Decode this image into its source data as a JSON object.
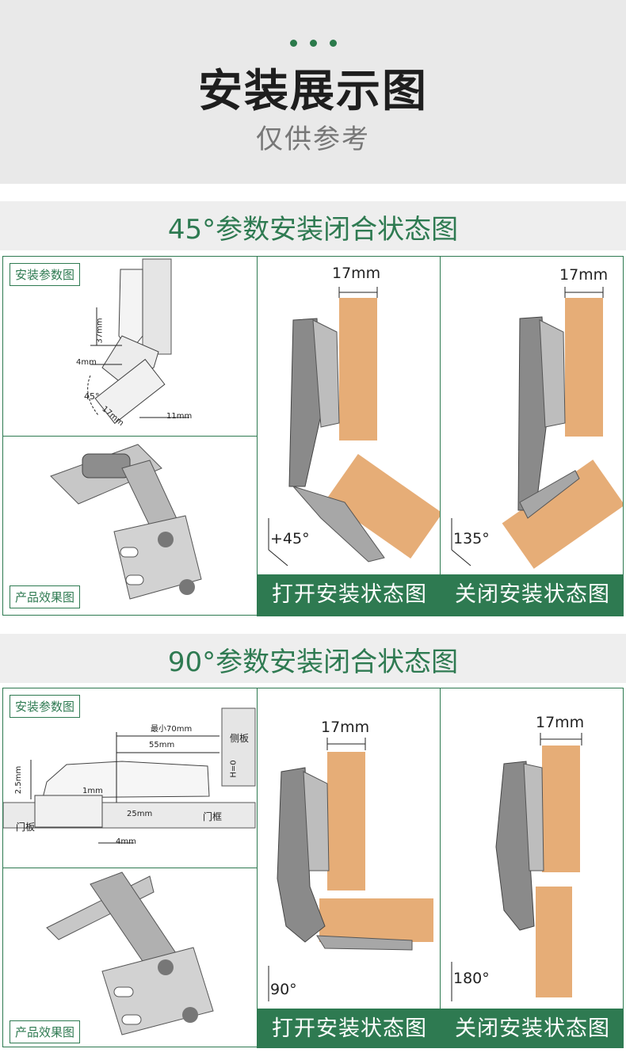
{
  "header": {
    "title": "安装展示图",
    "subtitle": "仅供参考"
  },
  "sections": [
    {
      "title": "45°参数安装闭合状态图",
      "param_tag": "安装参数图",
      "product_tag": "产品效果图",
      "diagram_labels": {
        "height": "37mm",
        "gap": "4mm",
        "angle": "45°",
        "thickness": "17mm",
        "offset": "11mm"
      },
      "open_view": {
        "dimension": "17mm",
        "angle": "+45°",
        "caption": "打开安装状态图"
      },
      "closed_view": {
        "dimension": "17mm",
        "angle": "135°",
        "caption": "关闭安装状态图"
      }
    },
    {
      "title": "90°参数安装闭合状态图",
      "param_tag": "安装参数图",
      "product_tag": "产品效果图",
      "diagram_labels": {
        "min_width": "最小70mm",
        "width": "55mm",
        "side_panel": "侧板",
        "h0": "H=0",
        "height": "2.5mm",
        "gap1": "1mm",
        "gap25": "25mm",
        "gap4": "4mm",
        "door_panel": "门板",
        "door_frame": "门框"
      },
      "open_view": {
        "dimension": "17mm",
        "angle": "90°",
        "caption": "打开安装状态图"
      },
      "closed_view": {
        "dimension": "17mm",
        "angle": "180°",
        "caption": "关闭安装状态图"
      }
    }
  ],
  "colors": {
    "brand_green": "#2e7a51",
    "wood": "#e6ad77",
    "steel": "#9a9a9a"
  }
}
